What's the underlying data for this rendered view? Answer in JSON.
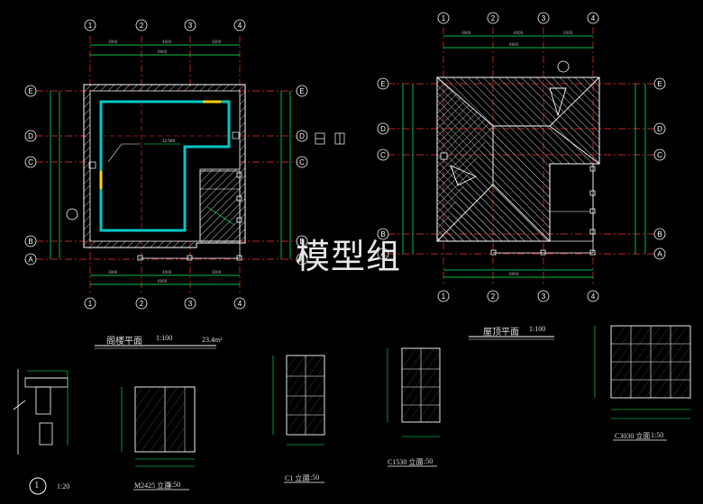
{
  "plan_left": {
    "title": "阁楼平面",
    "scale": "1:100",
    "area": "23.4m²",
    "grid_columns": [
      "1",
      "2",
      "3",
      "4"
    ],
    "grid_rows": [
      "E",
      "D",
      "C",
      "B",
      "A"
    ],
    "total_width": "6900",
    "elevation": "12.500"
  },
  "plan_right": {
    "title": "屋顶平面",
    "scale": "1:100",
    "grid_columns": [
      "1",
      "2",
      "3",
      "4"
    ],
    "grid_rows": [
      "E",
      "D",
      "C",
      "B",
      "A"
    ],
    "total_width": "6900"
  },
  "details": {
    "detail_num": "1",
    "detail_scale": "1:20",
    "window_1": "M2425 立面",
    "window_1_scale": "1:50",
    "window_2": "C1 立面",
    "window_2_scale": "1:50",
    "window_3": "C1530 立面",
    "window_3_scale": "1:50",
    "window_4": "C3030 立面",
    "window_4_scale": "1:50"
  },
  "watermark": "模型组",
  "colors": {
    "background": "#000000",
    "line": "#ffffff",
    "dim": "#00ff66",
    "axis": "#ff3030",
    "wall": "#00c8c8",
    "accent": "#ffd200"
  }
}
